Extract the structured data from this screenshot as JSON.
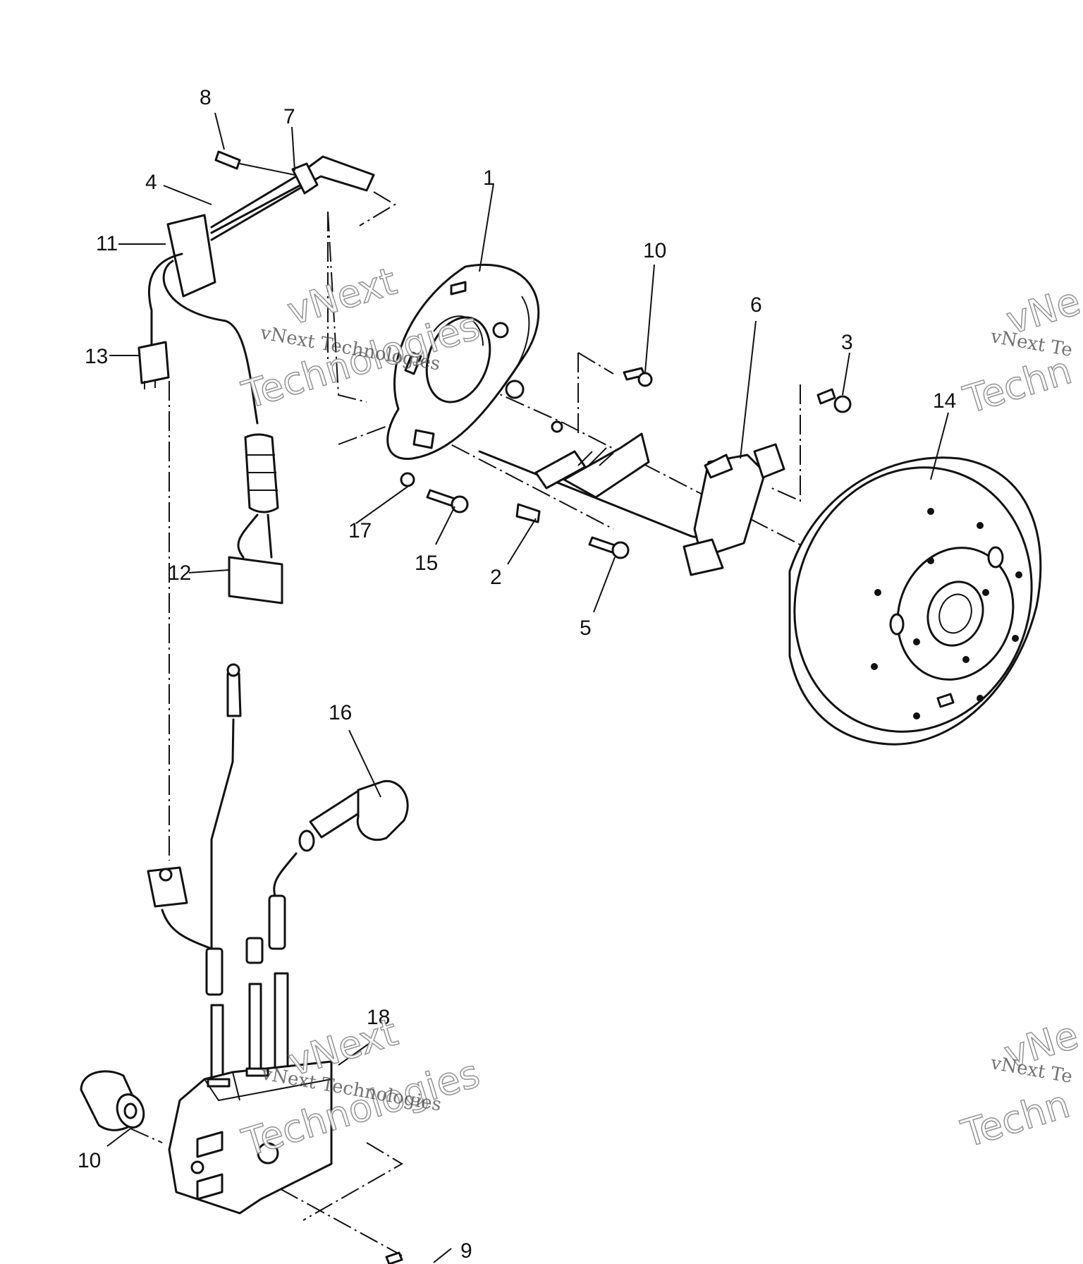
{
  "callouts": {
    "p1": "1",
    "p2": "2",
    "p3": "3",
    "p4": "4",
    "p5": "5",
    "p6": "6",
    "p7": "7",
    "p8": "8",
    "p9": "9",
    "p10a": "10",
    "p10b": "10",
    "p11": "11",
    "p12": "12",
    "p13": "13",
    "p14": "14",
    "p15": "15",
    "p16": "16",
    "p17": "17",
    "p18": "18"
  },
  "watermark": {
    "brand": "vNext",
    "word": "Technologies",
    "full": "vNext Technologies",
    "partial_brand": "vNe",
    "partial_full": "vNext Te",
    "partial_word": "Techn"
  }
}
